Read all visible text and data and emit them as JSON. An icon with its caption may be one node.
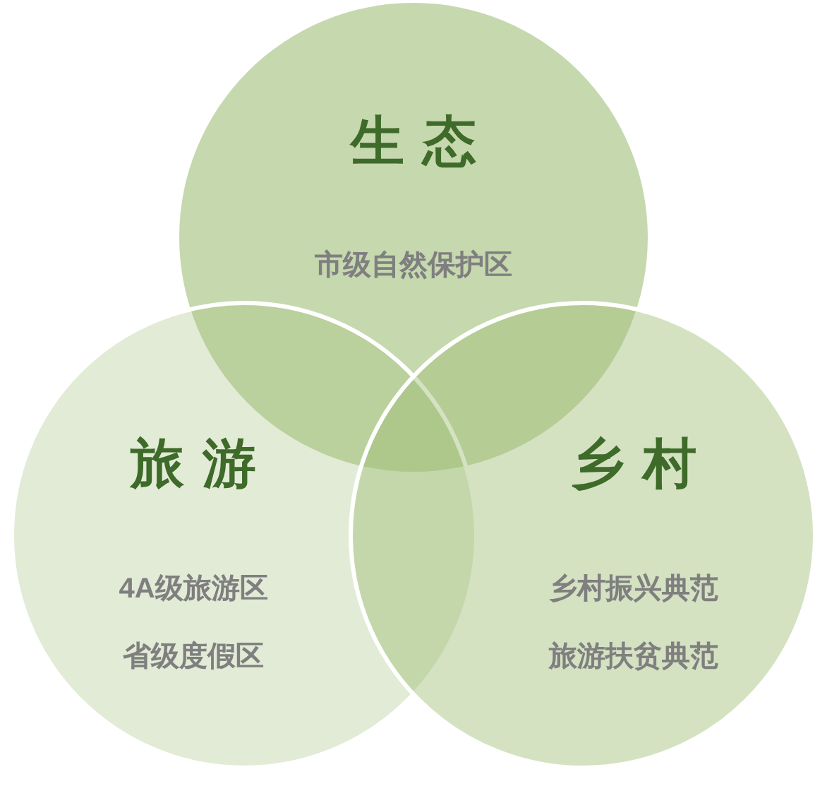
{
  "diagram": {
    "nodes": [
      {
        "text": [
          "生态",
          "市级自然保护区"
        ]
      },
      {
        "text": [
          "旅游",
          "4A级旅游区",
          "省级度假区"
        ]
      },
      {
        "text": [
          "乡村",
          "乡村振兴典范",
          "旅游扶贫典范"
        ]
      }
    ]
  }
}
